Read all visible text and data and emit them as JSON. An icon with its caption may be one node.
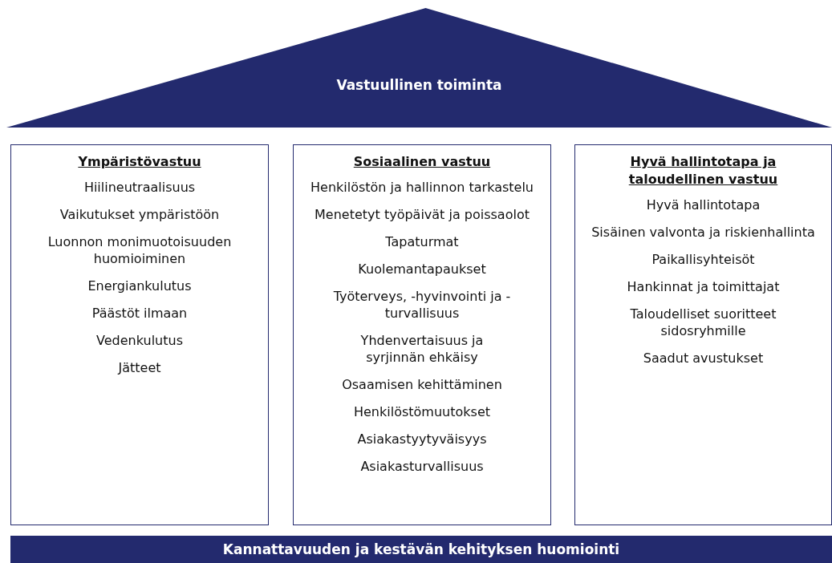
{
  "diagram": {
    "nodes": [
      {
        "text": [
          "Vastuullinen toiminta"
        ]
      },
      {
        "text": [
          "Ympäristövastuu",
          "Hiilineutraalisuus",
          "Vaikutukset ympäristöön",
          "Luonnon monimuotoisuuden huomioiminen",
          "Energiankulutus",
          "Päästöt ilmaan",
          "Vedenkulutus",
          "Jätteet"
        ]
      },
      {
        "text": [
          "Sosiaalinen vastuu",
          "Henkilöstön ja hallinnon tarkastelu",
          "Menetetyt työpäivät ja poissaolot",
          "Tapaturmat",
          "Kuolemantapaukset",
          "Työterveys, -hyvinvointi ja -turvallisuus",
          "Yhdenvertaisuus ja syrjinnän ehkäisy",
          "Osaamisen kehittäminen",
          "Henkilöstömuutokset",
          "Asiakastyytyväisyys",
          "Asiakasturvallisuus"
        ]
      },
      {
        "text": [
          "Hyvä hallintotapa ja taloudellinen vastuu",
          "Hyvä hallintotapa",
          "Sisäinen valvonta ja riskienhallinta",
          "Paikallisyhteisöt",
          "Hankinnat ja toimittajat",
          "Taloudelliset suoritteet sidosryhmille",
          "Saadut avustukset"
        ]
      },
      {
        "text": [
          "Kannattavuuden ja kestävän kehityksen huomiointi"
        ]
      }
    ],
    "edges": []
  }
}
